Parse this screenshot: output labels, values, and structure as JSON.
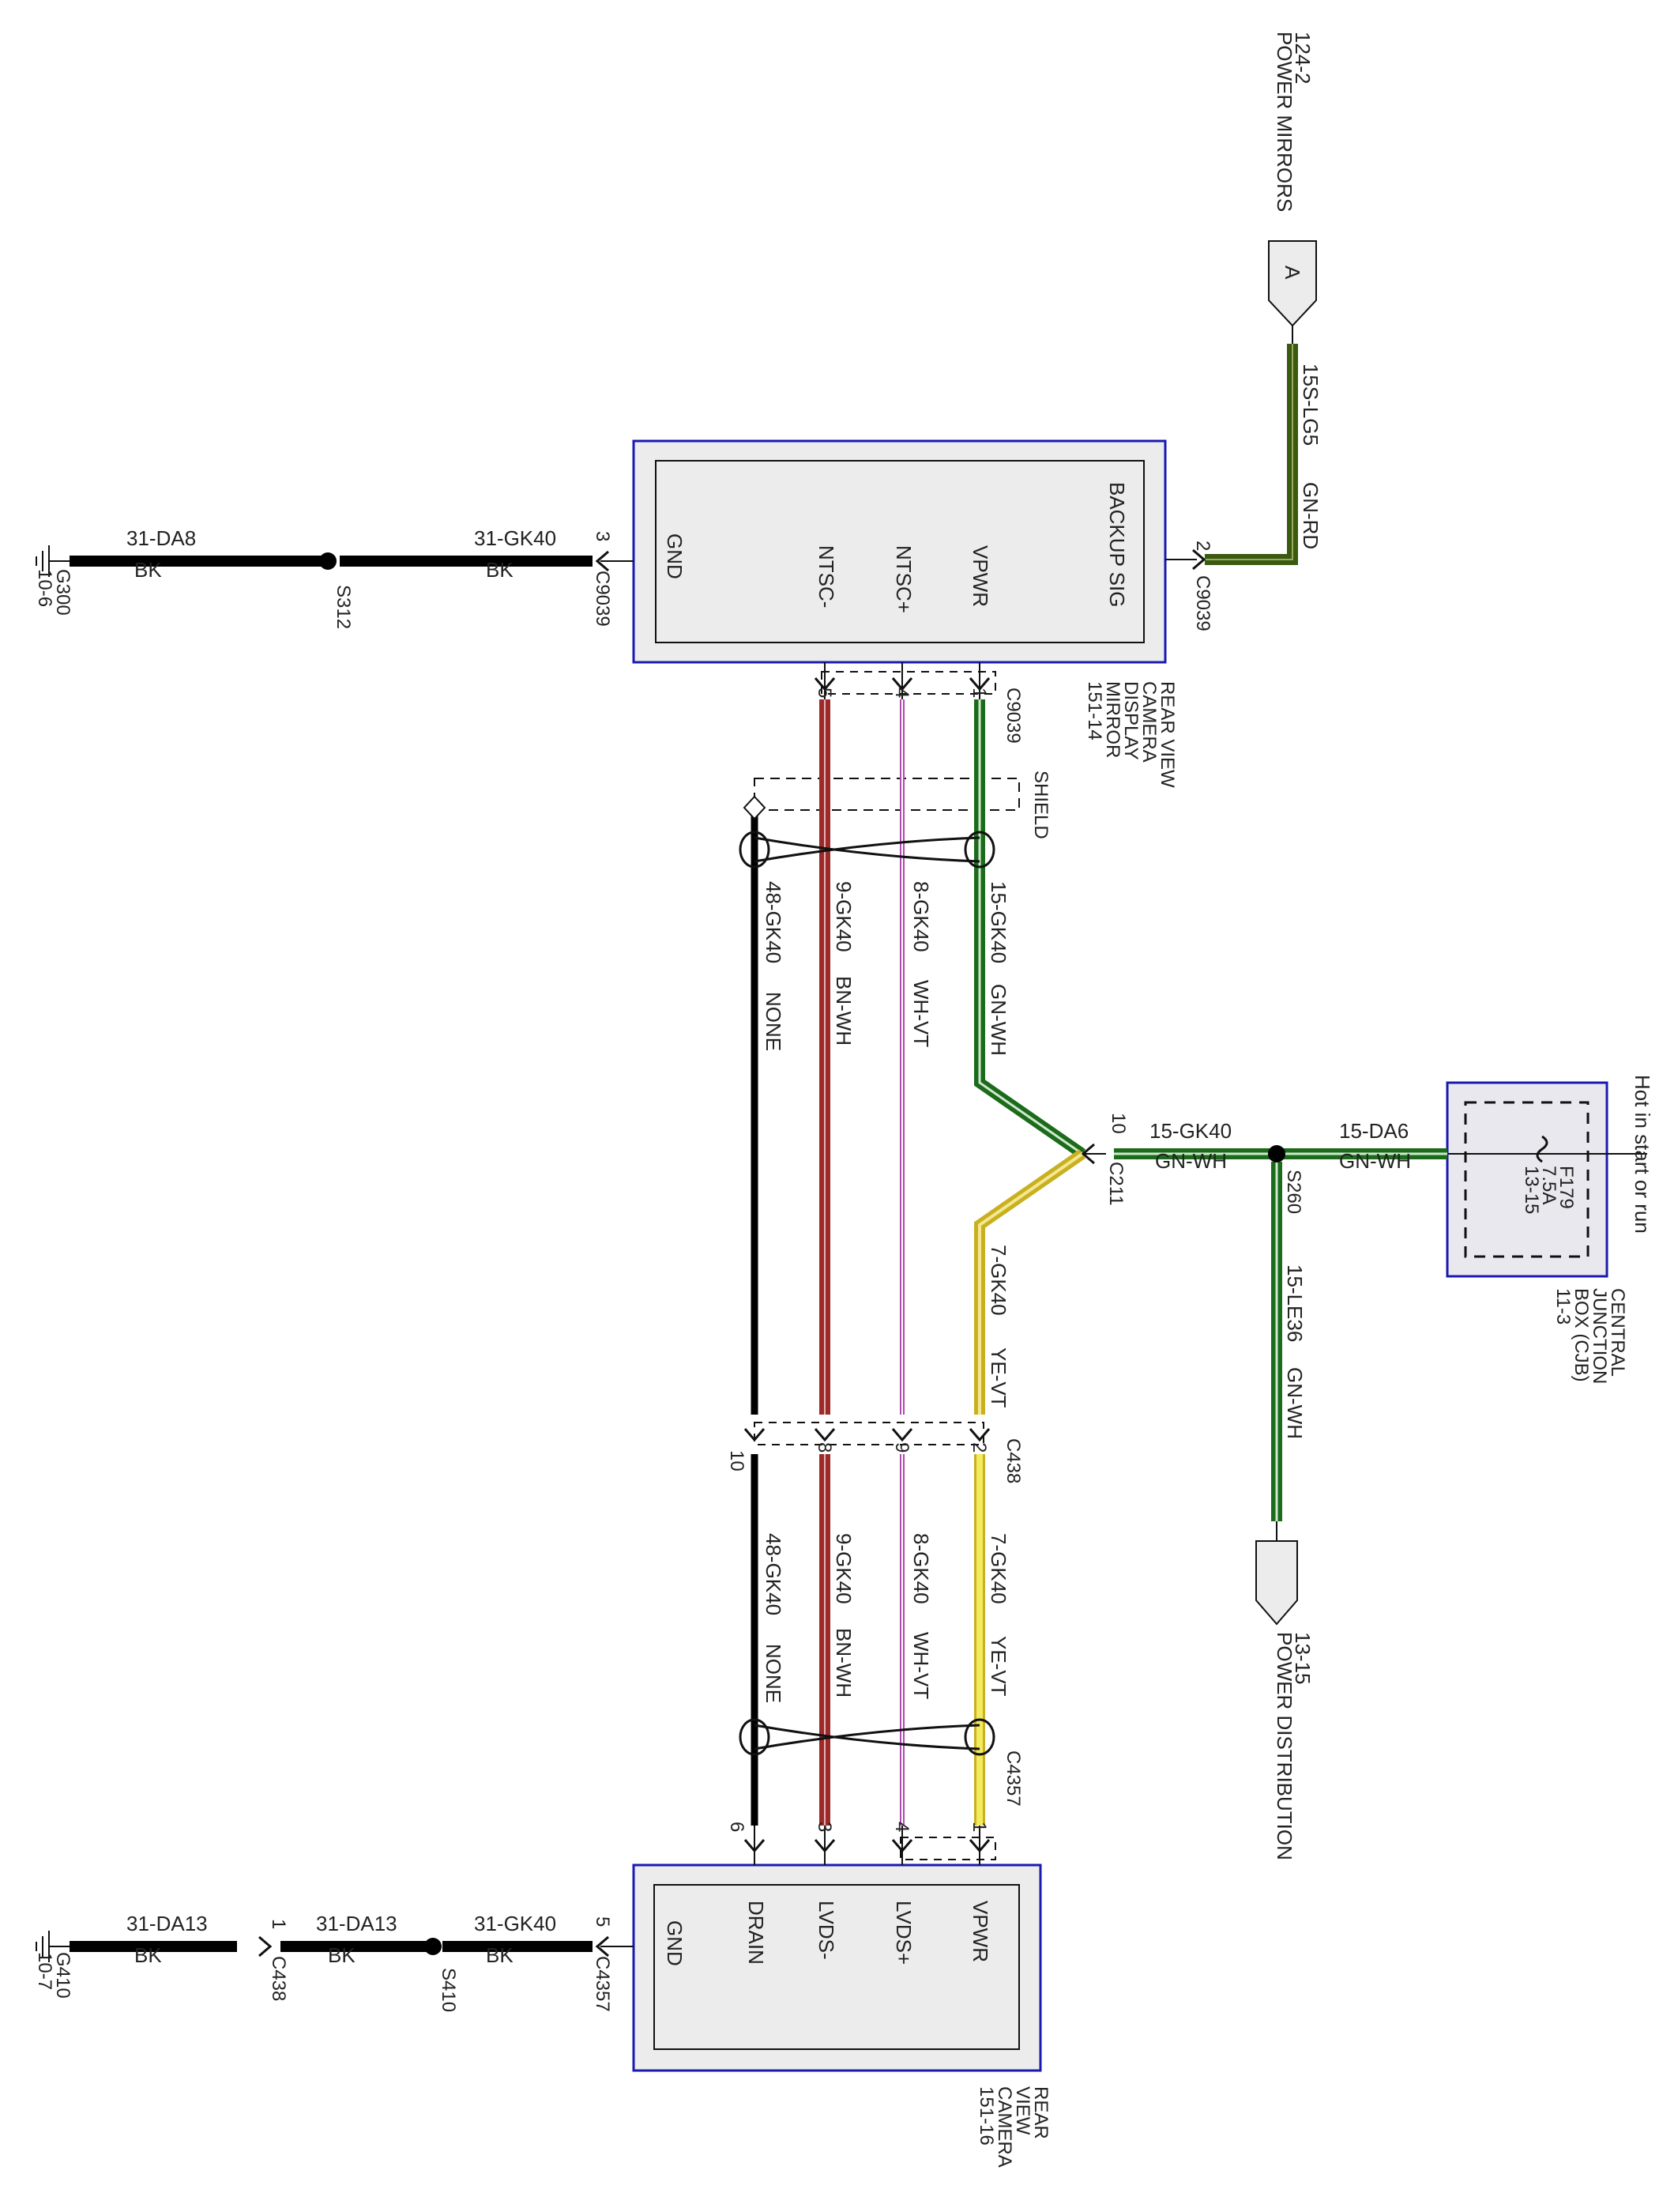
{
  "components": {
    "mirror_module": {
      "name_lines": [
        "REAR VIEW",
        "CAMERA",
        "DISPLAY",
        "MIRROR",
        "151-14"
      ],
      "pins": [
        "BACKUP SIG",
        "VPWR",
        "NTSC+",
        "NTSC-",
        "GND"
      ]
    },
    "camera_module": {
      "name_lines": [
        "REAR",
        "VIEW",
        "CAMERA",
        "151-16"
      ],
      "pins": [
        "VPWR",
        "LVDS+",
        "LVDS-",
        "DRAIN",
        "GND"
      ]
    },
    "cjb": {
      "name_lines": [
        "CENTRAL",
        "JUNCTION",
        "BOX (CJB)",
        "11-3"
      ],
      "hot_label": "Hot in start or run",
      "fuse_lines": [
        "F179",
        "7.5A",
        "13-15"
      ]
    }
  },
  "offpage": {
    "power_mirrors": {
      "letter": "A",
      "lines": [
        "124-2",
        "POWER MIRRORS"
      ]
    },
    "power_distribution": {
      "lines": [
        "13-15",
        "POWER DISTRIBUTION"
      ]
    }
  },
  "grounds": {
    "g300": [
      "G300",
      "10-6"
    ],
    "g410": [
      "G410",
      "10-7"
    ]
  },
  "splices": {
    "s312": "S312",
    "s410": "S410",
    "s260": "S260"
  },
  "connectors": {
    "c9039": "C9039",
    "c211": "C211",
    "c438": "C438",
    "c4357": "C4357"
  },
  "shield_label": "SHIELD",
  "pins": {
    "c9039_backup": "2",
    "c9039_gnd": "3",
    "c9039_vpwr": "1",
    "c9039_ntscp": "4",
    "c9039_ntscm": "5",
    "c211": "10",
    "c438_vpwr": "2",
    "c438_ntscp": "9",
    "c438_ntscm": "8",
    "c438_gnd": "10",
    "c4357_vpwr": "1",
    "c4357_lvdsp": "4",
    "c4357_lvdsm": "3",
    "c4357_drain": "6",
    "c4357_gnd": "5",
    "c438_gnd_run": "1"
  },
  "wires": {
    "w_15slg5": {
      "circuit": "15S-LG5",
      "color": "GN-RD"
    },
    "w_31gk40_top": {
      "circuit": "31-GK40",
      "color": "BK"
    },
    "w_31da8": {
      "circuit": "31-DA8",
      "color": "BK"
    },
    "w_15gk40_up": {
      "circuit": "15-GK40",
      "color": "GN-WH"
    },
    "w_8gk40_up": {
      "circuit": "8-GK40",
      "color": "WH-VT"
    },
    "w_9gk40_up": {
      "circuit": "9-GK40",
      "color": "BN-WH"
    },
    "w_48gk40_up": {
      "circuit": "48-GK40",
      "color": "NONE"
    },
    "w_7gk40_up": {
      "circuit": "7-GK40",
      "color": "YE-VT"
    },
    "w_15gk40_h": {
      "circuit": "15-GK40",
      "color": "GN-WH"
    },
    "w_15da6": {
      "circuit": "15-DA6",
      "color": "GN-WH"
    },
    "w_15le36": {
      "circuit": "15-LE36",
      "color": "GN-WH"
    },
    "w_7gk40_lo": {
      "circuit": "7-GK40",
      "color": "YE-VT"
    },
    "w_8gk40_lo": {
      "circuit": "8-GK40",
      "color": "WH-VT"
    },
    "w_9gk40_lo": {
      "circuit": "9-GK40",
      "color": "BN-WH"
    },
    "w_48gk40_lo": {
      "circuit": "48-GK40",
      "color": "NONE"
    },
    "w_31gk40_bot": {
      "circuit": "31-GK40",
      "color": "BK"
    },
    "w_31da13_mid": {
      "circuit": "31-DA13",
      "color": "BK"
    },
    "w_31da13_g": {
      "circuit": "31-DA13",
      "color": "BK"
    }
  },
  "colors": {
    "black": "#000000",
    "green": "#1b6b1b",
    "gnrd": "#3a5a10",
    "red": "#9c2a2a",
    "violet": "#b04ab0",
    "yellow": "#e8d82a",
    "module_fill": "#ececec",
    "module_border": "#1a1ab0"
  }
}
